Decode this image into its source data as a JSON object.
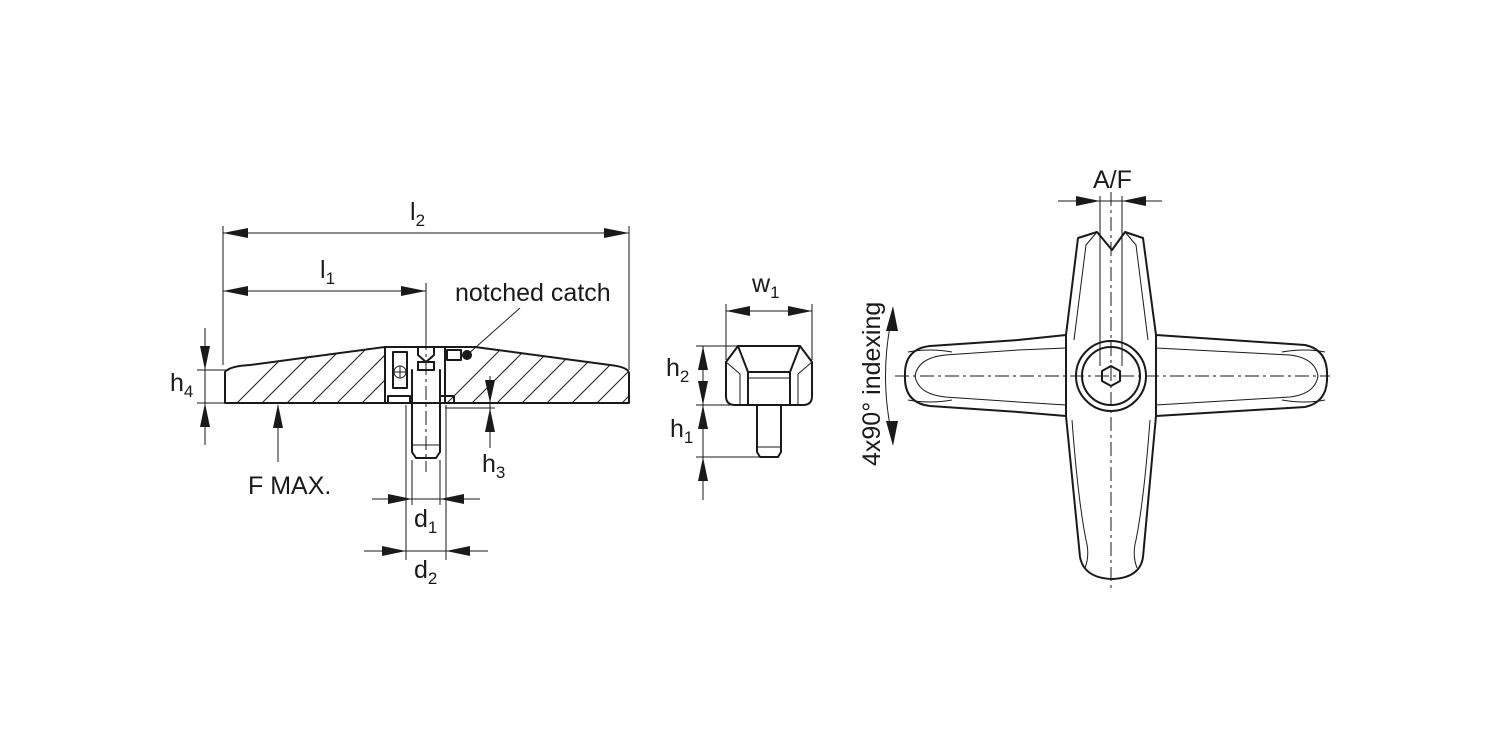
{
  "labels": {
    "l2": {
      "main": "l",
      "sub": "2"
    },
    "l1": {
      "main": "l",
      "sub": "1"
    },
    "h4": {
      "main": "h",
      "sub": "4"
    },
    "h3": {
      "main": "h",
      "sub": "3"
    },
    "d1": {
      "main": "d",
      "sub": "1"
    },
    "d2": {
      "main": "d",
      "sub": "2"
    },
    "w1": {
      "main": "w",
      "sub": "1"
    },
    "h2": {
      "main": "h",
      "sub": "2"
    },
    "h1": {
      "main": "h",
      "sub": "1"
    },
    "notched_catch": "notched catch",
    "f_max": "F MAX.",
    "af": "A/F",
    "indexing": "4x90° indexing"
  },
  "colors": {
    "line": "#1a1a1a",
    "background": "#ffffff"
  }
}
